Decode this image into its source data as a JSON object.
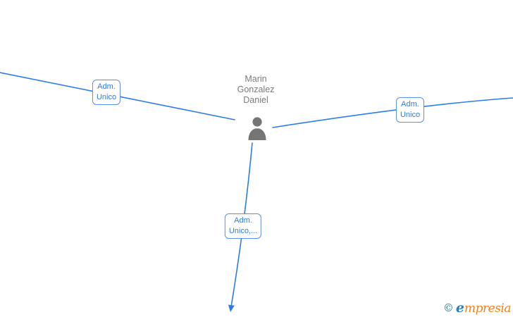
{
  "graph": {
    "node": {
      "name_lines": [
        "Marin",
        "Gonzalez",
        "Daniel"
      ],
      "icon": "person-icon"
    },
    "edges": [
      {
        "direction": "left",
        "label_lines": [
          "Adm.",
          "Unico"
        ],
        "arrow": false
      },
      {
        "direction": "right",
        "label_lines": [
          "Adm.",
          "Unico"
        ],
        "arrow": false
      },
      {
        "direction": "down",
        "label_lines": [
          "Adm.",
          "Unico,..."
        ],
        "arrow": true
      }
    ]
  },
  "watermark": {
    "copyright": "©",
    "brand_initial": "e",
    "brand_rest": "mpresia"
  },
  "colors": {
    "edge_color": "#2B7CE9",
    "label_text": "#2B7CE9",
    "label_border": "#5b8ee6",
    "name_text": "#7b7b7b",
    "icon_gray": "#757575",
    "logo_copyright": "#1b7a9e",
    "logo_initial": "#2e7cc3",
    "logo_rest": "#f08020"
  }
}
